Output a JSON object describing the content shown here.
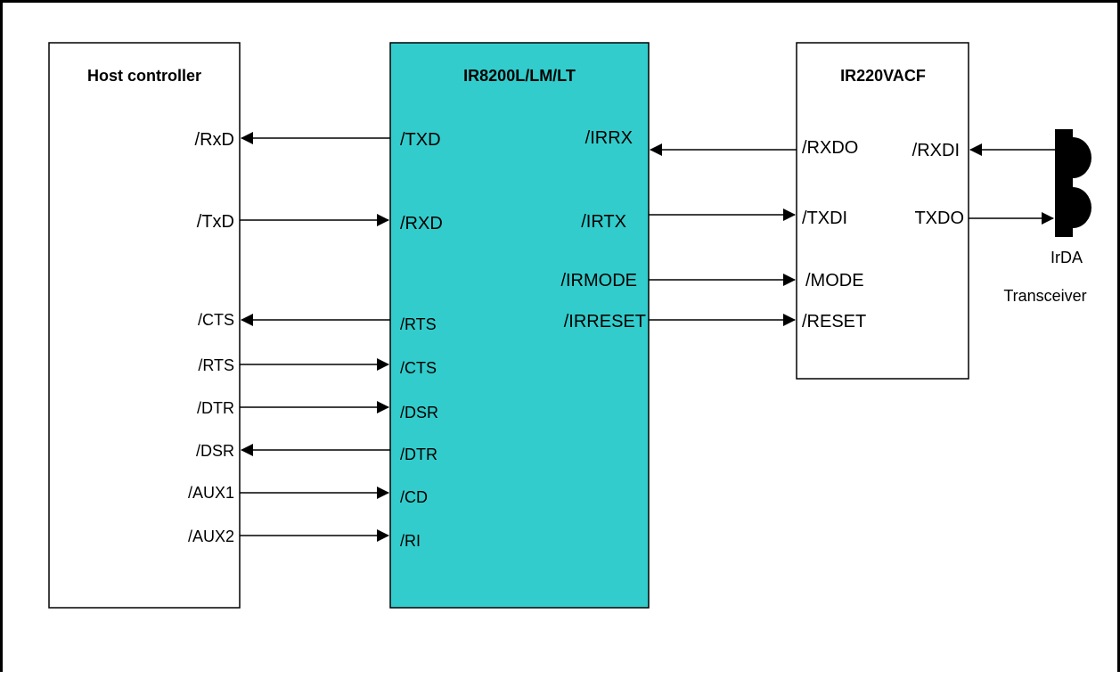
{
  "blocks": {
    "host": {
      "title": "Host controller",
      "fill": "#ffffff"
    },
    "uart": {
      "title": "IR8200L/LM/LT",
      "fill": "#33CCCC"
    },
    "encoder": {
      "title": "IR220VACF",
      "fill": "#ffffff"
    }
  },
  "host_pins": [
    "/RxD",
    "/TxD",
    "/CTS",
    "/RTS",
    "/DTR",
    "/DSR",
    "/AUX1",
    "/AUX2"
  ],
  "uart_left_pins": [
    "/TXD",
    "/RXD",
    "/RTS",
    "/CTS",
    "/DSR",
    "/DTR",
    "/CD",
    "/RI"
  ],
  "uart_right_pins": [
    "/IRRX",
    "/IRTX",
    "/IRMODE",
    "/IRRESET"
  ],
  "encoder_left_pins": [
    "/RXDO",
    "/TXDI",
    "/MODE",
    "/RESET"
  ],
  "encoder_right_pins": [
    "/RXDI",
    "TXDO"
  ],
  "transceiver": {
    "line1": "IrDA",
    "line2": "Transceiver"
  }
}
